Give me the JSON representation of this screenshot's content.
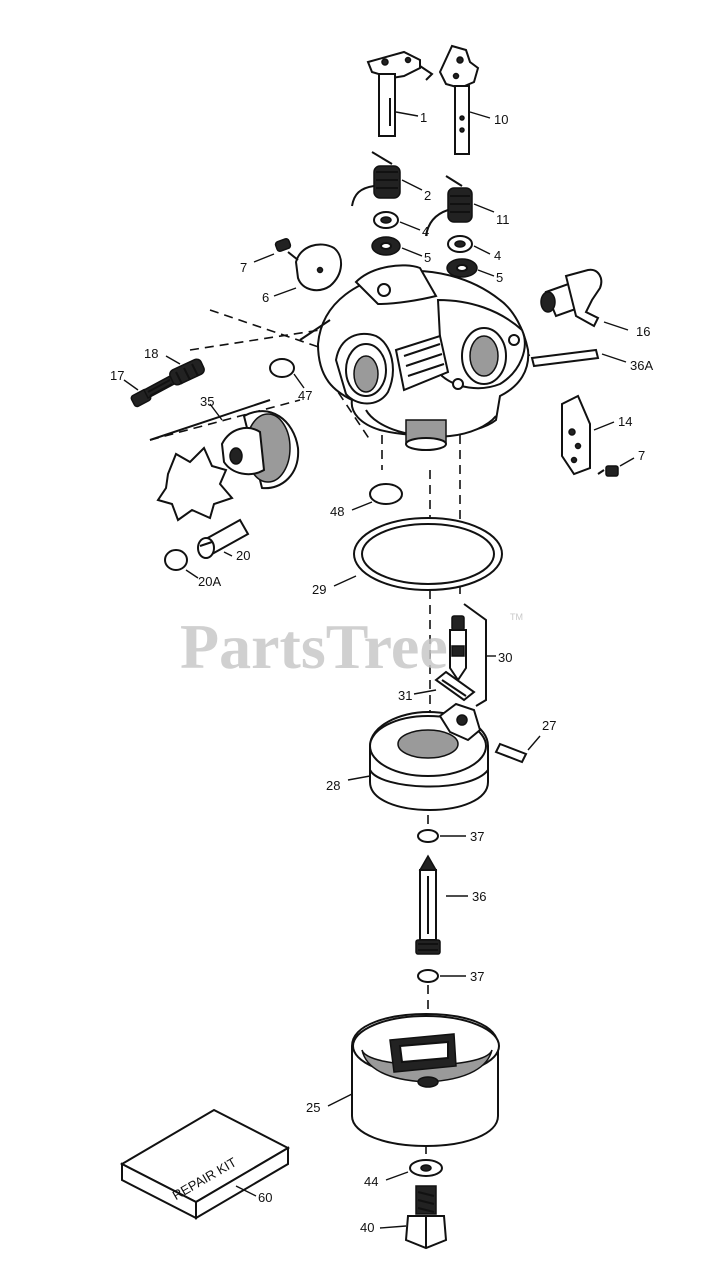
{
  "watermark": {
    "text": "PartsTree",
    "tm": "TM"
  },
  "repair_kit": {
    "text": "REPAIR KIT"
  },
  "labels": {
    "p1": "1",
    "p2": "2",
    "p4a": "4",
    "p4b": "4",
    "p5a": "5",
    "p5b": "5",
    "p6": "6",
    "p7a": "7",
    "p7b": "7",
    "p10": "10",
    "p11": "11",
    "p14": "14",
    "p16": "16",
    "p17": "17",
    "p18": "18",
    "p20": "20",
    "p20a": "20A",
    "p25": "25",
    "p27": "27",
    "p28": "28",
    "p29": "29",
    "p30": "30",
    "p31": "31",
    "p35": "35",
    "p36": "36",
    "p36a": "36A",
    "p37a": "37",
    "p37b": "37",
    "p40": "40",
    "p44": "44",
    "p47": "47",
    "p48": "48",
    "p60": "60"
  }
}
